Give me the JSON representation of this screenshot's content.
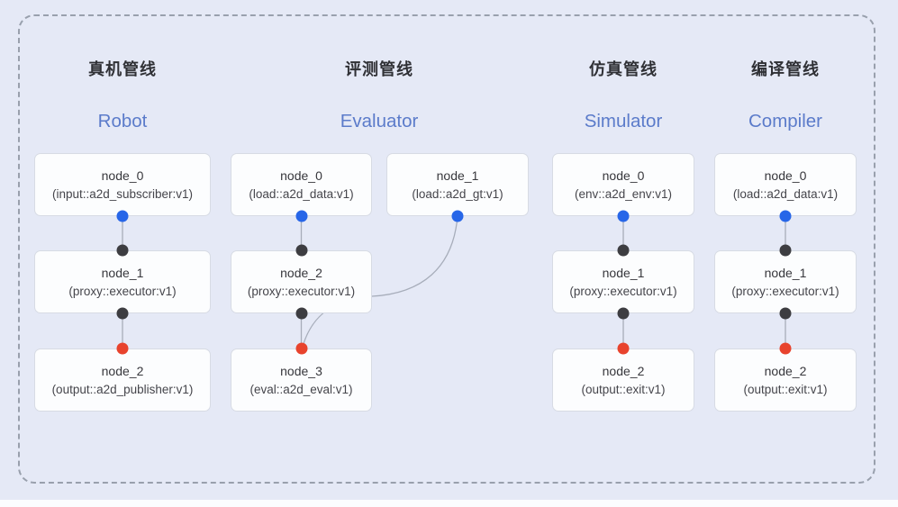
{
  "diagram": {
    "background_color": "#e5e9f6",
    "frame_border_color": "#99a0ad",
    "heading_text_color": "#2f3035",
    "accent_text_color": "#5b7bca",
    "port_colors": {
      "input": "#2766e8",
      "intermediate": "#3d3d41",
      "output": "#e8432d"
    },
    "pipelines": [
      {
        "title_zh": "真机管线",
        "title_en": "Robot",
        "nodes": [
          {
            "name": "node_0",
            "type": "(input::a2d_subscriber:v1)"
          },
          {
            "name": "node_1",
            "type": "(proxy::executor:v1)"
          },
          {
            "name": "node_2",
            "type": "(output::a2d_publisher:v1)"
          }
        ]
      },
      {
        "title_zh": "评测管线",
        "title_en": "Evaluator",
        "nodes": [
          {
            "name": "node_0",
            "type": "(load::a2d_data:v1)"
          },
          {
            "name": "node_1",
            "type": "(load::a2d_gt:v1)"
          },
          {
            "name": "node_2",
            "type": "(proxy::executor:v1)"
          },
          {
            "name": "node_3",
            "type": "(eval::a2d_eval:v1)"
          }
        ]
      },
      {
        "title_zh": "仿真管线",
        "title_en": "Simulator",
        "nodes": [
          {
            "name": "node_0",
            "type": "(env::a2d_env:v1)"
          },
          {
            "name": "node_1",
            "type": "(proxy::executor:v1)"
          },
          {
            "name": "node_2",
            "type": "(output::exit:v1)"
          }
        ]
      },
      {
        "title_zh": "编译管线",
        "title_en": "Compiler",
        "nodes": [
          {
            "name": "node_0",
            "type": "(load::a2d_data:v1)"
          },
          {
            "name": "node_1",
            "type": "(proxy::executor:v1)"
          },
          {
            "name": "node_2",
            "type": "(output::exit:v1)"
          }
        ]
      }
    ]
  }
}
